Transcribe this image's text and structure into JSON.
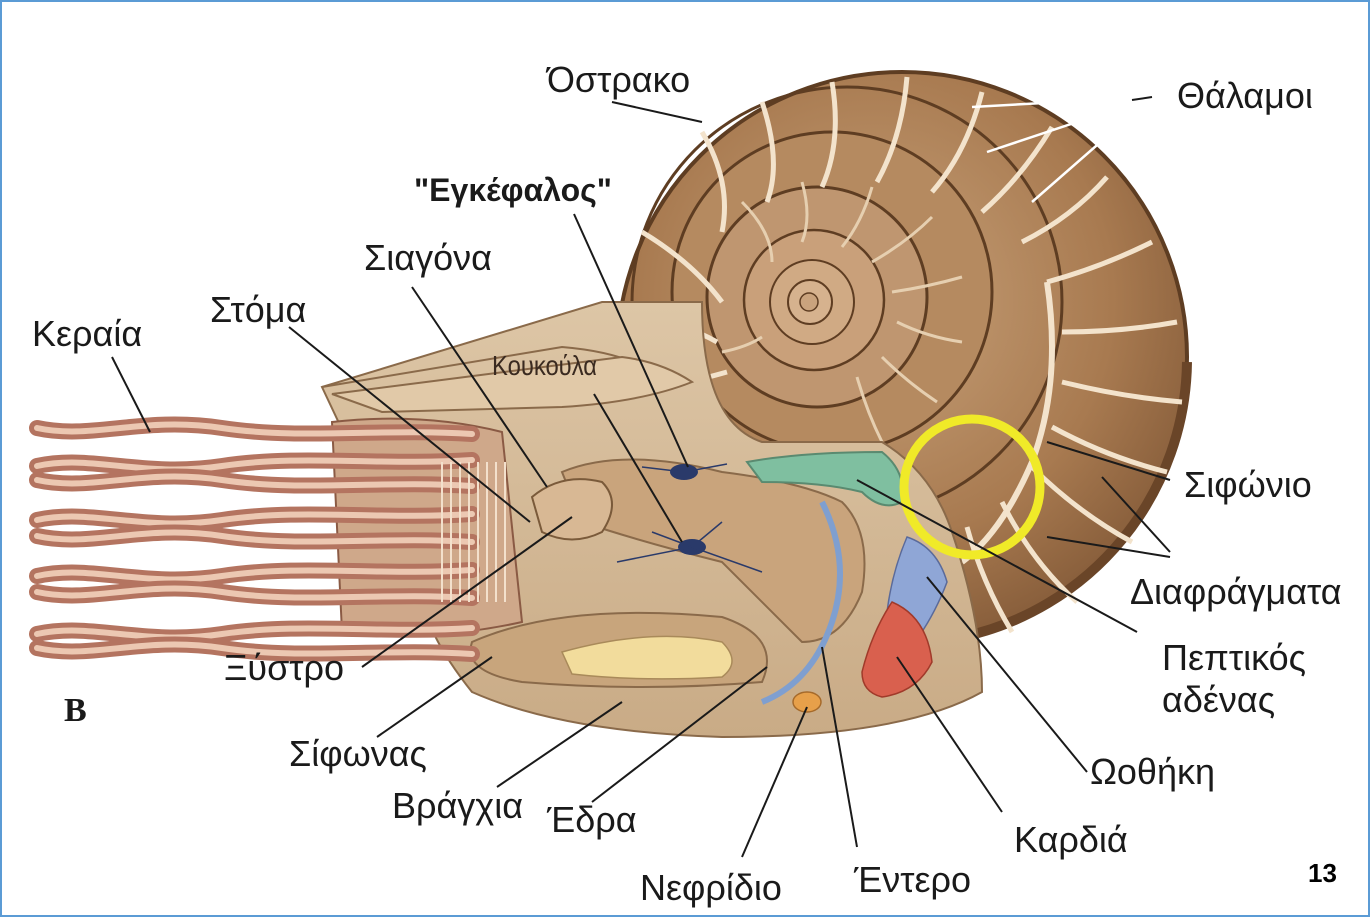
{
  "panel_letter": "B",
  "page_number": "13",
  "highlight_color": "#f0ea28",
  "labels": {
    "ostrako": "Όστρακο",
    "thalamoi": "Θάλαμοι",
    "enkefalos": "\"Εγκέφαλος\"",
    "siagona": "Σιαγόνα",
    "stoma": "Στόμα",
    "keraia": "Κεραία",
    "koukoula": "Κουκούλα",
    "sifonio": "Σιφώνιο",
    "diafragmata": "Διαφράγματα",
    "peptikos": "Πεπτικός",
    "adenas": "αδένας",
    "xystro": "Ξύστρο",
    "sifonas": "Σίφωνας",
    "vragchia": "Βράγχια",
    "edra": "Έδρα",
    "nefridio": "Νεφρίδιο",
    "entero": "Έντερο",
    "kardia": "Καρδιά",
    "oothiki": "Ωοθήκη"
  }
}
